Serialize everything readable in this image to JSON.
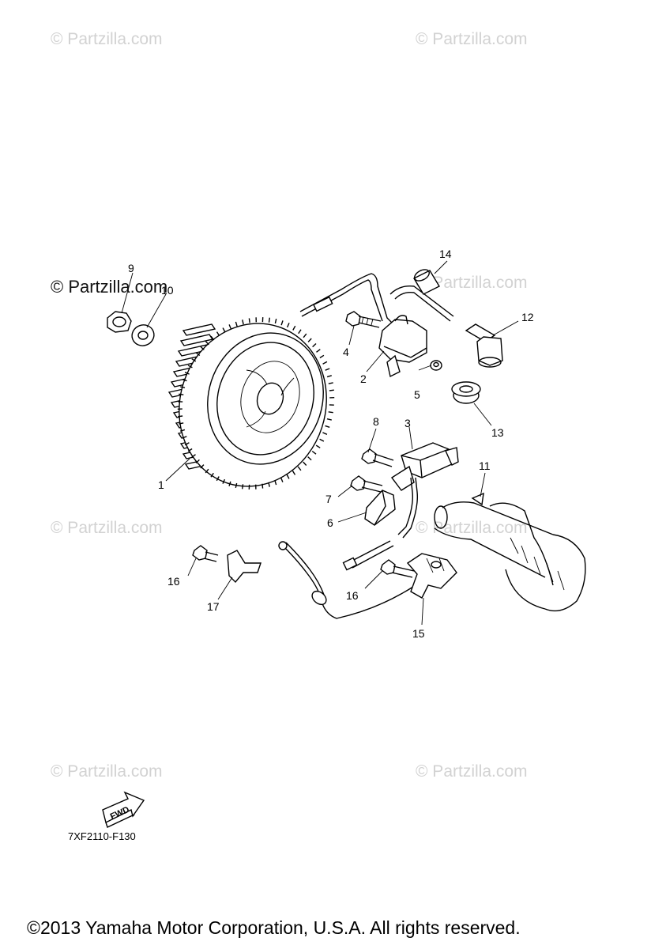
{
  "watermarks": [
    {
      "text": "© Partzilla.com"
    },
    {
      "text": "© Partzilla.com"
    },
    {
      "text": "© Partzilla.com"
    },
    {
      "text": "© Partzilla.com"
    },
    {
      "text": "© Partzilla.com"
    },
    {
      "text": "© Partzilla.com"
    },
    {
      "text": "© Partzilla.com"
    }
  ],
  "watermark_dark": "© Partzilla.com",
  "callouts": {
    "p1": "1",
    "p2": "2",
    "p3": "3",
    "p4": "4",
    "p5": "5",
    "p6": "6",
    "p7": "7",
    "p8": "8",
    "p9": "9",
    "p10": "10",
    "p11": "11",
    "p12": "12",
    "p13": "13",
    "p14": "14",
    "p15": "15",
    "p16a": "16",
    "p16b": "16",
    "p17": "17"
  },
  "fwd_label": "FWD",
  "part_code": "7XF2110-F130",
  "copyright": "©2013 Yamaha Motor Corporation, U.S.A. All rights reserved."
}
